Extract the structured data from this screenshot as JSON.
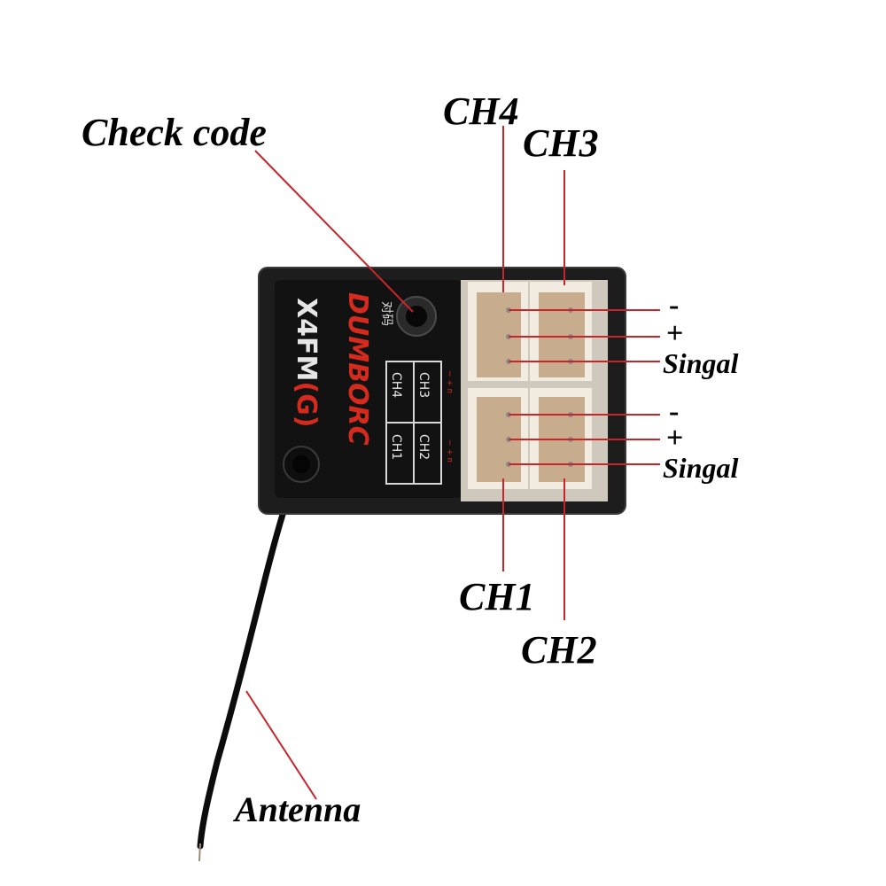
{
  "labels": {
    "check_code": "Check code",
    "antenna": "Antenna",
    "ch1": "CH1",
    "ch2": "CH2",
    "ch3": "CH3",
    "ch4": "CH4",
    "minus": "-",
    "plus": "+",
    "signal": "Singal"
  },
  "device": {
    "brand": "DUMBORC",
    "model": "X4FM",
    "model_suffix": "(G)",
    "pair_label": "对码",
    "grid": [
      "CH3",
      "CH4",
      "CH2",
      "CH1"
    ],
    "polarity": "− + ᴨ"
  },
  "colors": {
    "body": "#1d1d1d",
    "face": "#121212",
    "accent": "#d52b1e",
    "leader": "#c8242a",
    "connector": "#c7ad8e",
    "connector_dark": "#a88e70",
    "housing": "#f2ece0"
  }
}
